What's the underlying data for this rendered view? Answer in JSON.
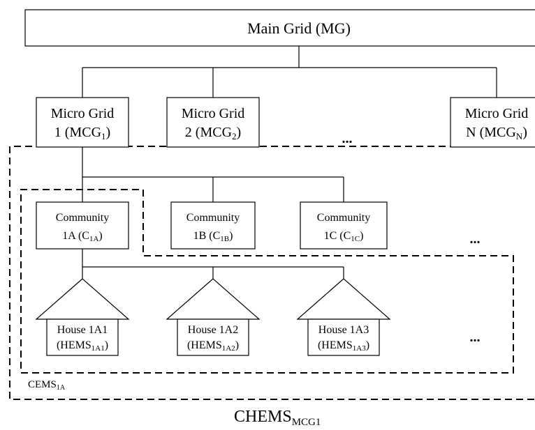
{
  "main_grid": {
    "label": "Main Grid (MG)"
  },
  "micro_grids": [
    {
      "line1": "Micro Grid",
      "line2_prefix": "1 (MCG",
      "sub": "1",
      "line2_suffix": ")"
    },
    {
      "line1": "Micro Grid",
      "line2_prefix": "2 (MCG",
      "sub": "2",
      "line2_suffix": ")"
    },
    {
      "line1": "Micro Grid",
      "line2_prefix": "N (MCG",
      "sub": "N",
      "line2_suffix": ")"
    }
  ],
  "communities": [
    {
      "line1": "Community",
      "line2_prefix": "1A (C",
      "sub": "1A",
      "line2_suffix": ")"
    },
    {
      "line1": "Community",
      "line2_prefix": "1B (C",
      "sub": "1B",
      "line2_suffix": ")"
    },
    {
      "line1": "Community",
      "line2_prefix": "1C (C",
      "sub": "1C",
      "line2_suffix": ")"
    }
  ],
  "houses": [
    {
      "line1": "House 1A1",
      "line2_prefix": "(HEMS",
      "sub": "1A1",
      "line2_suffix": ")"
    },
    {
      "line1": "House 1A2",
      "line2_prefix": "(HEMS",
      "sub": "1A2",
      "line2_suffix": ")"
    },
    {
      "line1": "House 1A3",
      "line2_prefix": "(HEMS",
      "sub": "1A3",
      "line2_suffix": ")"
    }
  ],
  "ellipsis": "...",
  "cems_label": {
    "prefix": "CEMS",
    "sub": "1A"
  },
  "chems_label": {
    "prefix": "CHEMS",
    "sub": "MCG1"
  }
}
